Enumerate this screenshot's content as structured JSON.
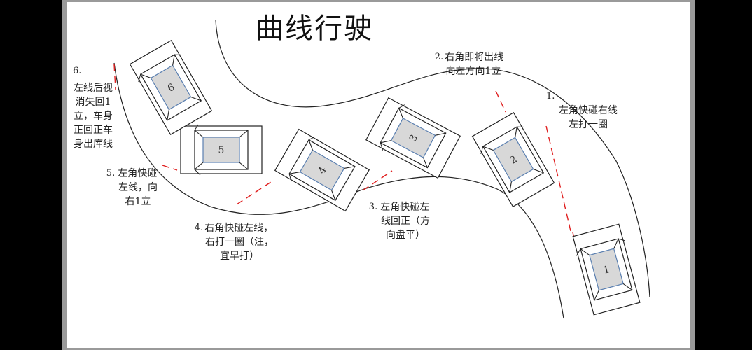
{
  "title": "曲线行驶",
  "colors": {
    "road_line": "#222222",
    "guide_dash": "#e02020",
    "car_fill": "#d8d8d8",
    "car_inner_border": "#5a7fb0",
    "page_bg": "#ffffff",
    "frame": "#9a9a9a"
  },
  "steps": [
    {
      "num": "1.",
      "lines": [
        "左角快碰右线",
        "左打一圈"
      ]
    },
    {
      "num": "2.",
      "lines": [
        "右角即将出线",
        "向左方向1立"
      ]
    },
    {
      "num": "3.",
      "lines": [
        "左角快碰左",
        "线回正（方",
        "向盘平）"
      ]
    },
    {
      "num": "4.",
      "lines": [
        "右角快碰左线，",
        "右打一圈（注，",
        "宜早打）"
      ]
    },
    {
      "num": "5.",
      "lines": [
        "左角快碰",
        "左线，向",
        "右1立"
      ]
    },
    {
      "num": "6.",
      "lines": [
        "左线后视",
        "消失回1",
        "立，车身",
        "正回正车",
        "身出库线"
      ]
    }
  ],
  "cars": [
    {
      "label": "1"
    },
    {
      "label": "2"
    },
    {
      "label": "3"
    },
    {
      "label": "4"
    },
    {
      "label": "5"
    },
    {
      "label": "6"
    }
  ]
}
